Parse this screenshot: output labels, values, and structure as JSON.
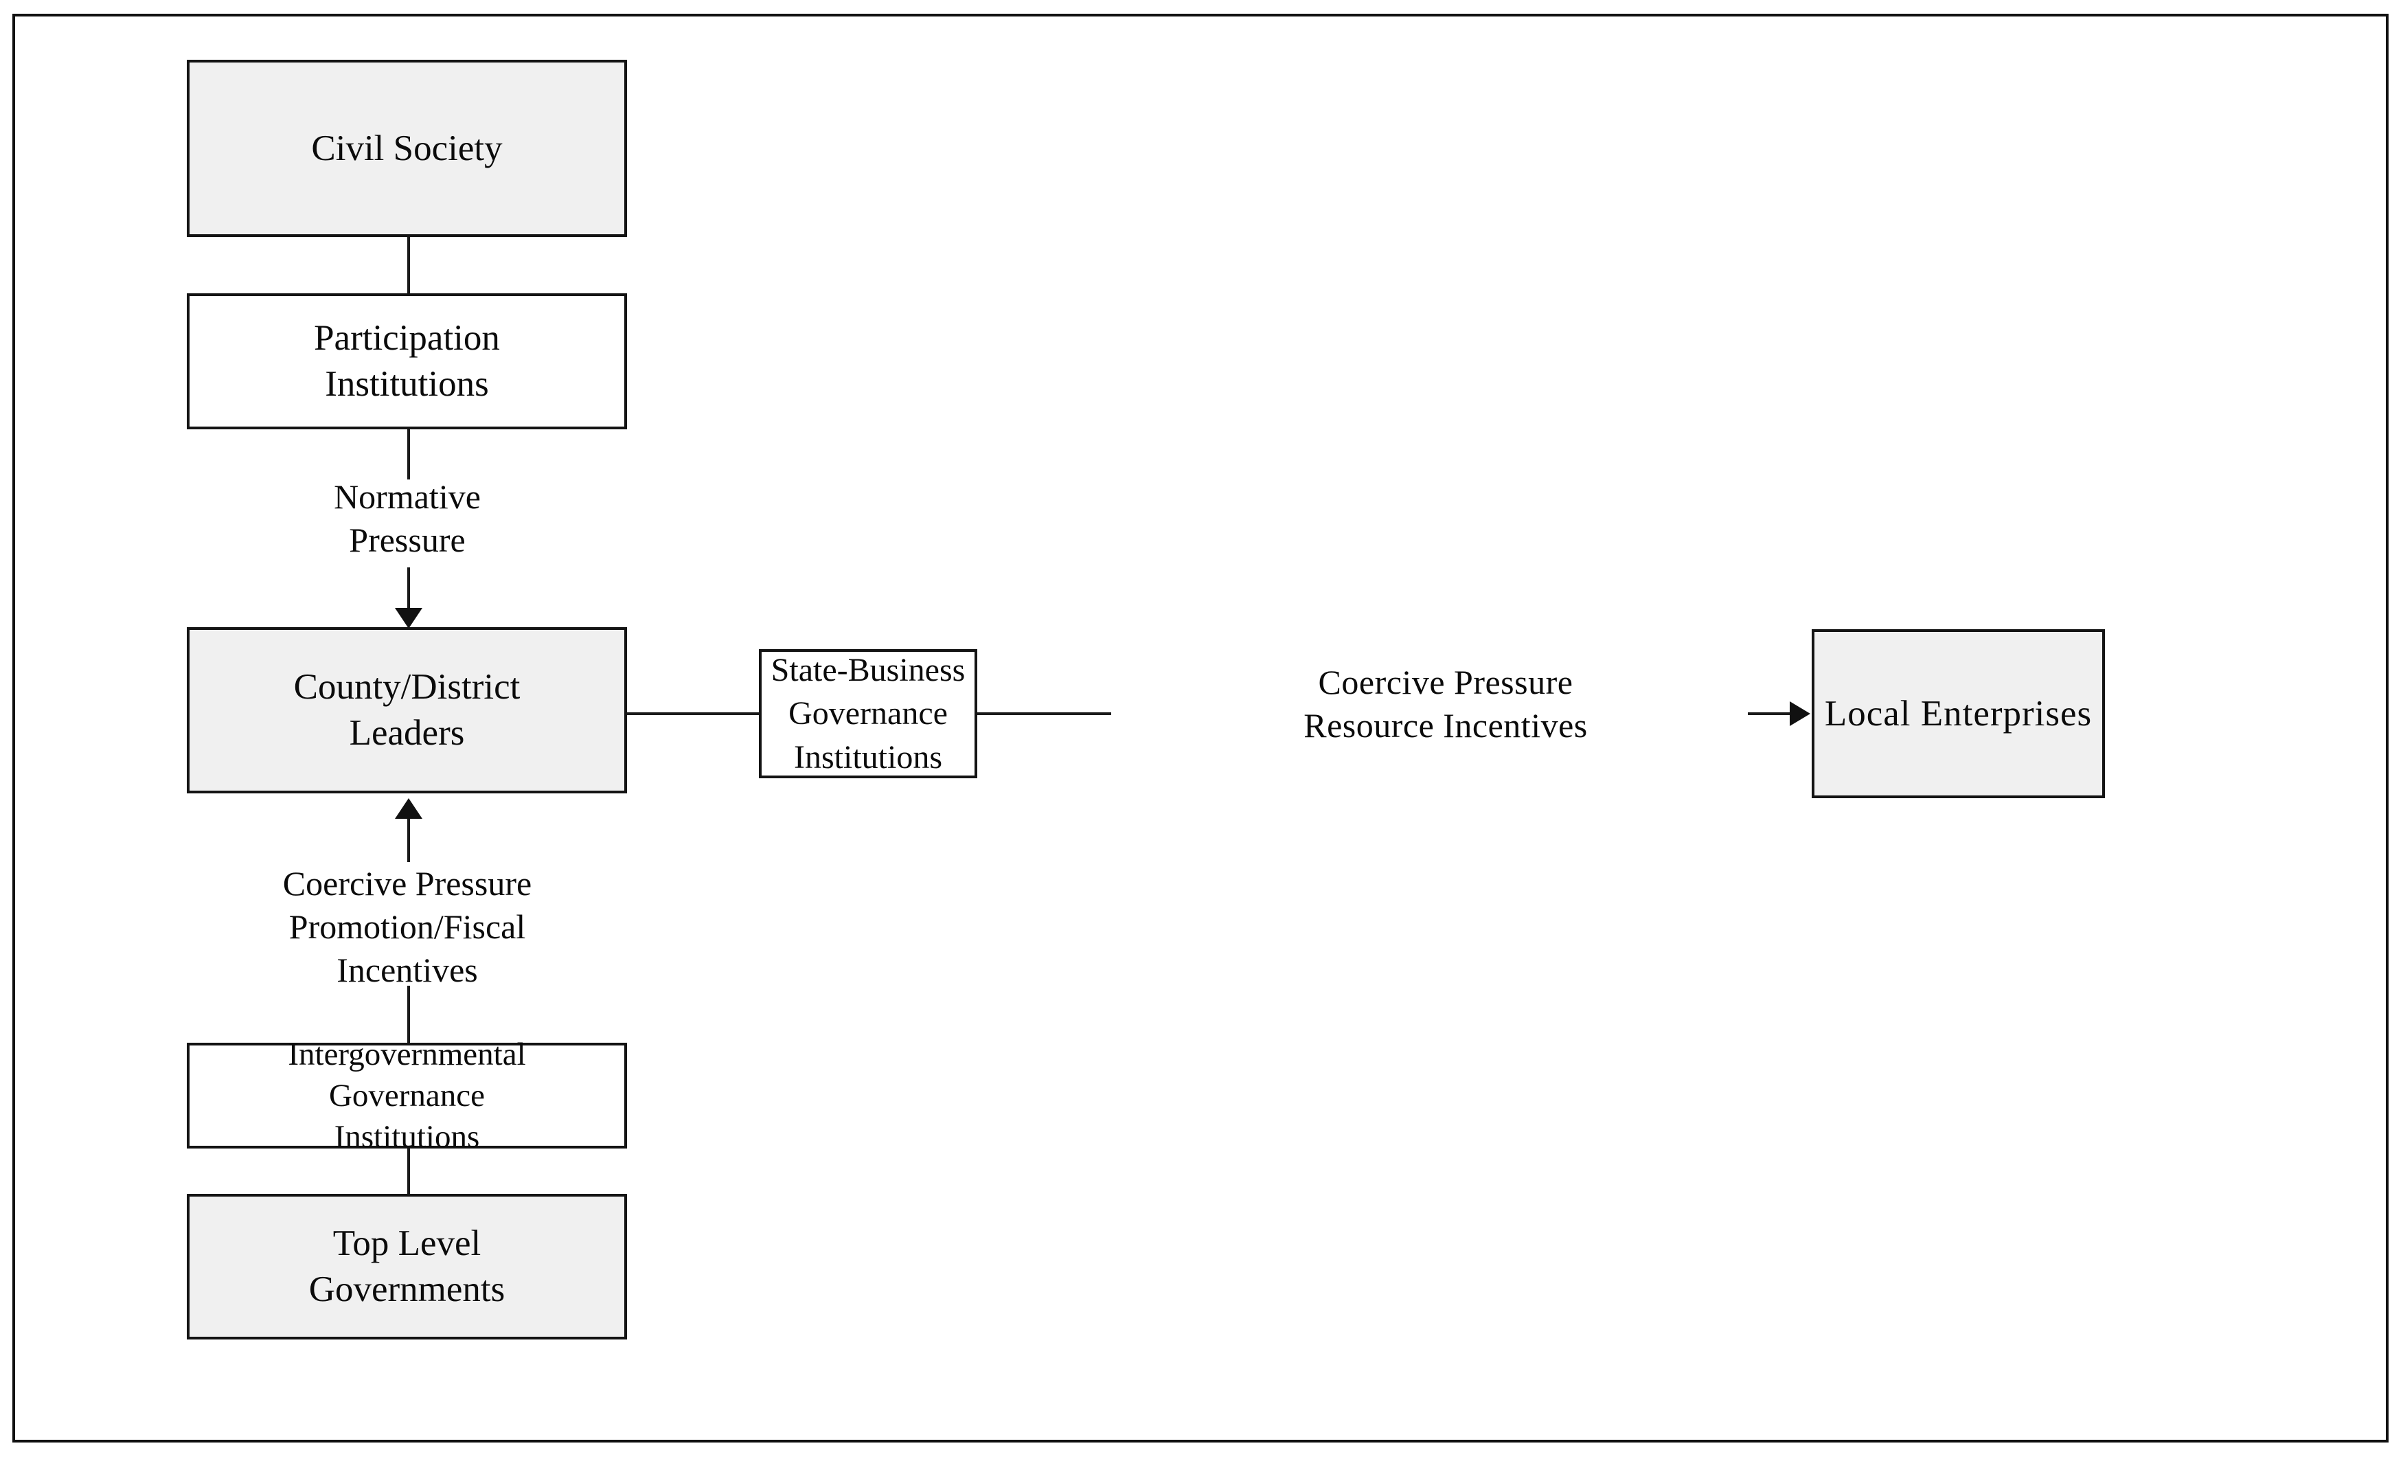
{
  "diagram": {
    "title": "Multi-level governance pressure framework",
    "colors": {
      "shaded_fill": "#f0f0f0",
      "plain_fill": "#ffffff",
      "stroke": "#141414",
      "text": "#0b0b0b"
    },
    "nodes": [
      {
        "id": "civil-society",
        "label": "Civil Society",
        "fill": "shaded"
      },
      {
        "id": "participation",
        "label": "Participation\nInstitutions",
        "fill": "plain"
      },
      {
        "id": "county-leaders",
        "label": "County/District\nLeaders",
        "fill": "shaded"
      },
      {
        "id": "intergovernmental",
        "label": "Intergovernmental\nGovernance\nInstitutions",
        "fill": "plain"
      },
      {
        "id": "top-level-gov",
        "label": "Top Level\nGovernments",
        "fill": "shaded"
      },
      {
        "id": "state-business",
        "label": "State-Business\nGovernance\nInstitutions",
        "fill": "plain"
      },
      {
        "id": "local-enterprises",
        "label": "Local Enterprises",
        "fill": "shaded"
      }
    ],
    "node_labels": {
      "civil_society": "Civil Society",
      "participation_line1": "Participation",
      "participation_line2": "Institutions",
      "county_line1": "County/District",
      "county_line2": "Leaders",
      "intergov_line1": "Intergovernmental",
      "intergov_line2": "Governance",
      "intergov_line3": "Institutions",
      "top_level_line1": "Top Level",
      "top_level_line2": "Governments",
      "state_business_line1": "State-Business",
      "state_business_line2": "Governance",
      "state_business_line3": "Institutions",
      "local_enterprises": "Local Enterprises"
    },
    "edge_labels": {
      "normative_line1": "Normative",
      "normative_line2": "Pressure",
      "coercive_promotion_line1": "Coercive Pressure",
      "coercive_promotion_line2": "Promotion/Fiscal",
      "coercive_promotion_line3": "Incentives",
      "coercive_resource_line1": "Coercive Pressure",
      "coercive_resource_line2": "Resource Incentives"
    },
    "edges": [
      {
        "from": "civil-society",
        "to": "participation",
        "label": "",
        "arrow": false
      },
      {
        "from": "participation",
        "to": "county-leaders",
        "label": "Normative Pressure",
        "arrow": true
      },
      {
        "from": "top-level-gov",
        "to": "intergovernmental",
        "label": "",
        "arrow": false
      },
      {
        "from": "intergovernmental",
        "to": "county-leaders",
        "label": "Coercive Pressure Promotion/Fiscal Incentives",
        "arrow": true
      },
      {
        "from": "county-leaders",
        "to": "state-business",
        "label": "",
        "arrow": false
      },
      {
        "from": "state-business",
        "to": "local-enterprises",
        "label": "Coercive Pressure Resource Incentives",
        "arrow": true
      }
    ]
  }
}
